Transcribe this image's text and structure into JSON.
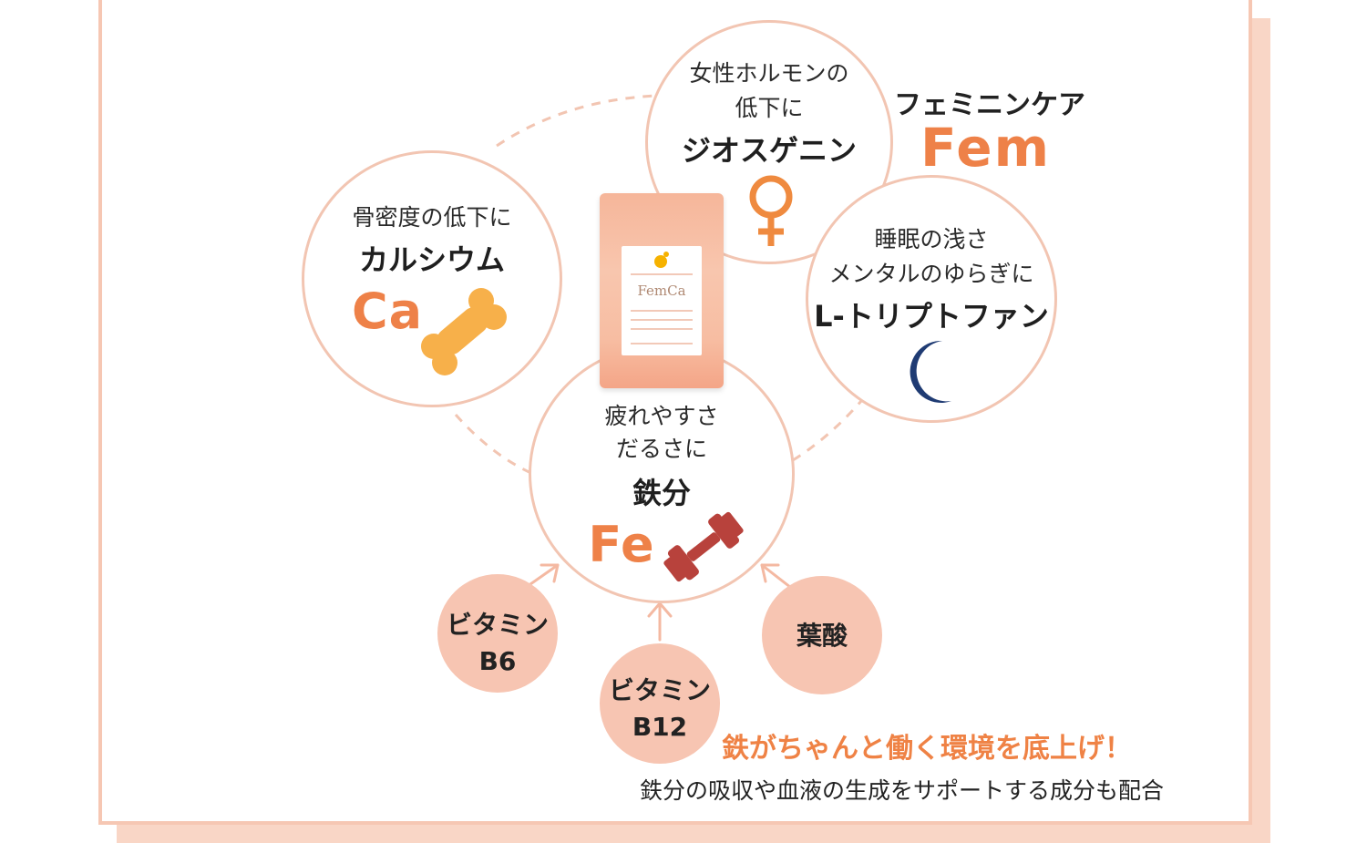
{
  "femcare": {
    "title": "フェミニンケア",
    "symbol": "Fem"
  },
  "calcium": {
    "subtitle": "骨密度の低下に",
    "name": "カルシウム",
    "symbol": "Ca",
    "icon": "bone-icon"
  },
  "diosgenin": {
    "subtitle_line1": "女性ホルモンの",
    "subtitle_line2": "低下に",
    "name": "ジオスゲニン",
    "icon": "female-symbol-icon"
  },
  "tryptophan": {
    "subtitle_line1": "睡眠の浅さ",
    "subtitle_line2": "メンタルのゆらぎに",
    "name": "L-トリプトファン",
    "icon": "crescent-moon-icon"
  },
  "iron": {
    "subtitle_line1": "疲れやすさ",
    "subtitle_line2": "だるさに",
    "name": "鉄分",
    "symbol": "Fe",
    "icon": "dumbbell-icon"
  },
  "supports": [
    {
      "line1": "ビタミン",
      "line2": "B6"
    },
    {
      "line1": "ビタミン",
      "line2": "B12"
    },
    {
      "line1": "葉酸",
      "line2": ""
    }
  ],
  "caption": {
    "headline": "鉄がちゃんと働く環境を底上げ！",
    "description": "鉄分の吸収や血液の生成をサポートする成分も配合"
  },
  "product": {
    "brand": "FemCa"
  },
  "colors": {
    "accent_orange": "#ee8148",
    "circle_border": "#f2c5b2",
    "support_fill": "#f7c5b2",
    "bone": "#f7b04a",
    "dumbbell": "#b8423c",
    "moon": "#1f3b73"
  }
}
